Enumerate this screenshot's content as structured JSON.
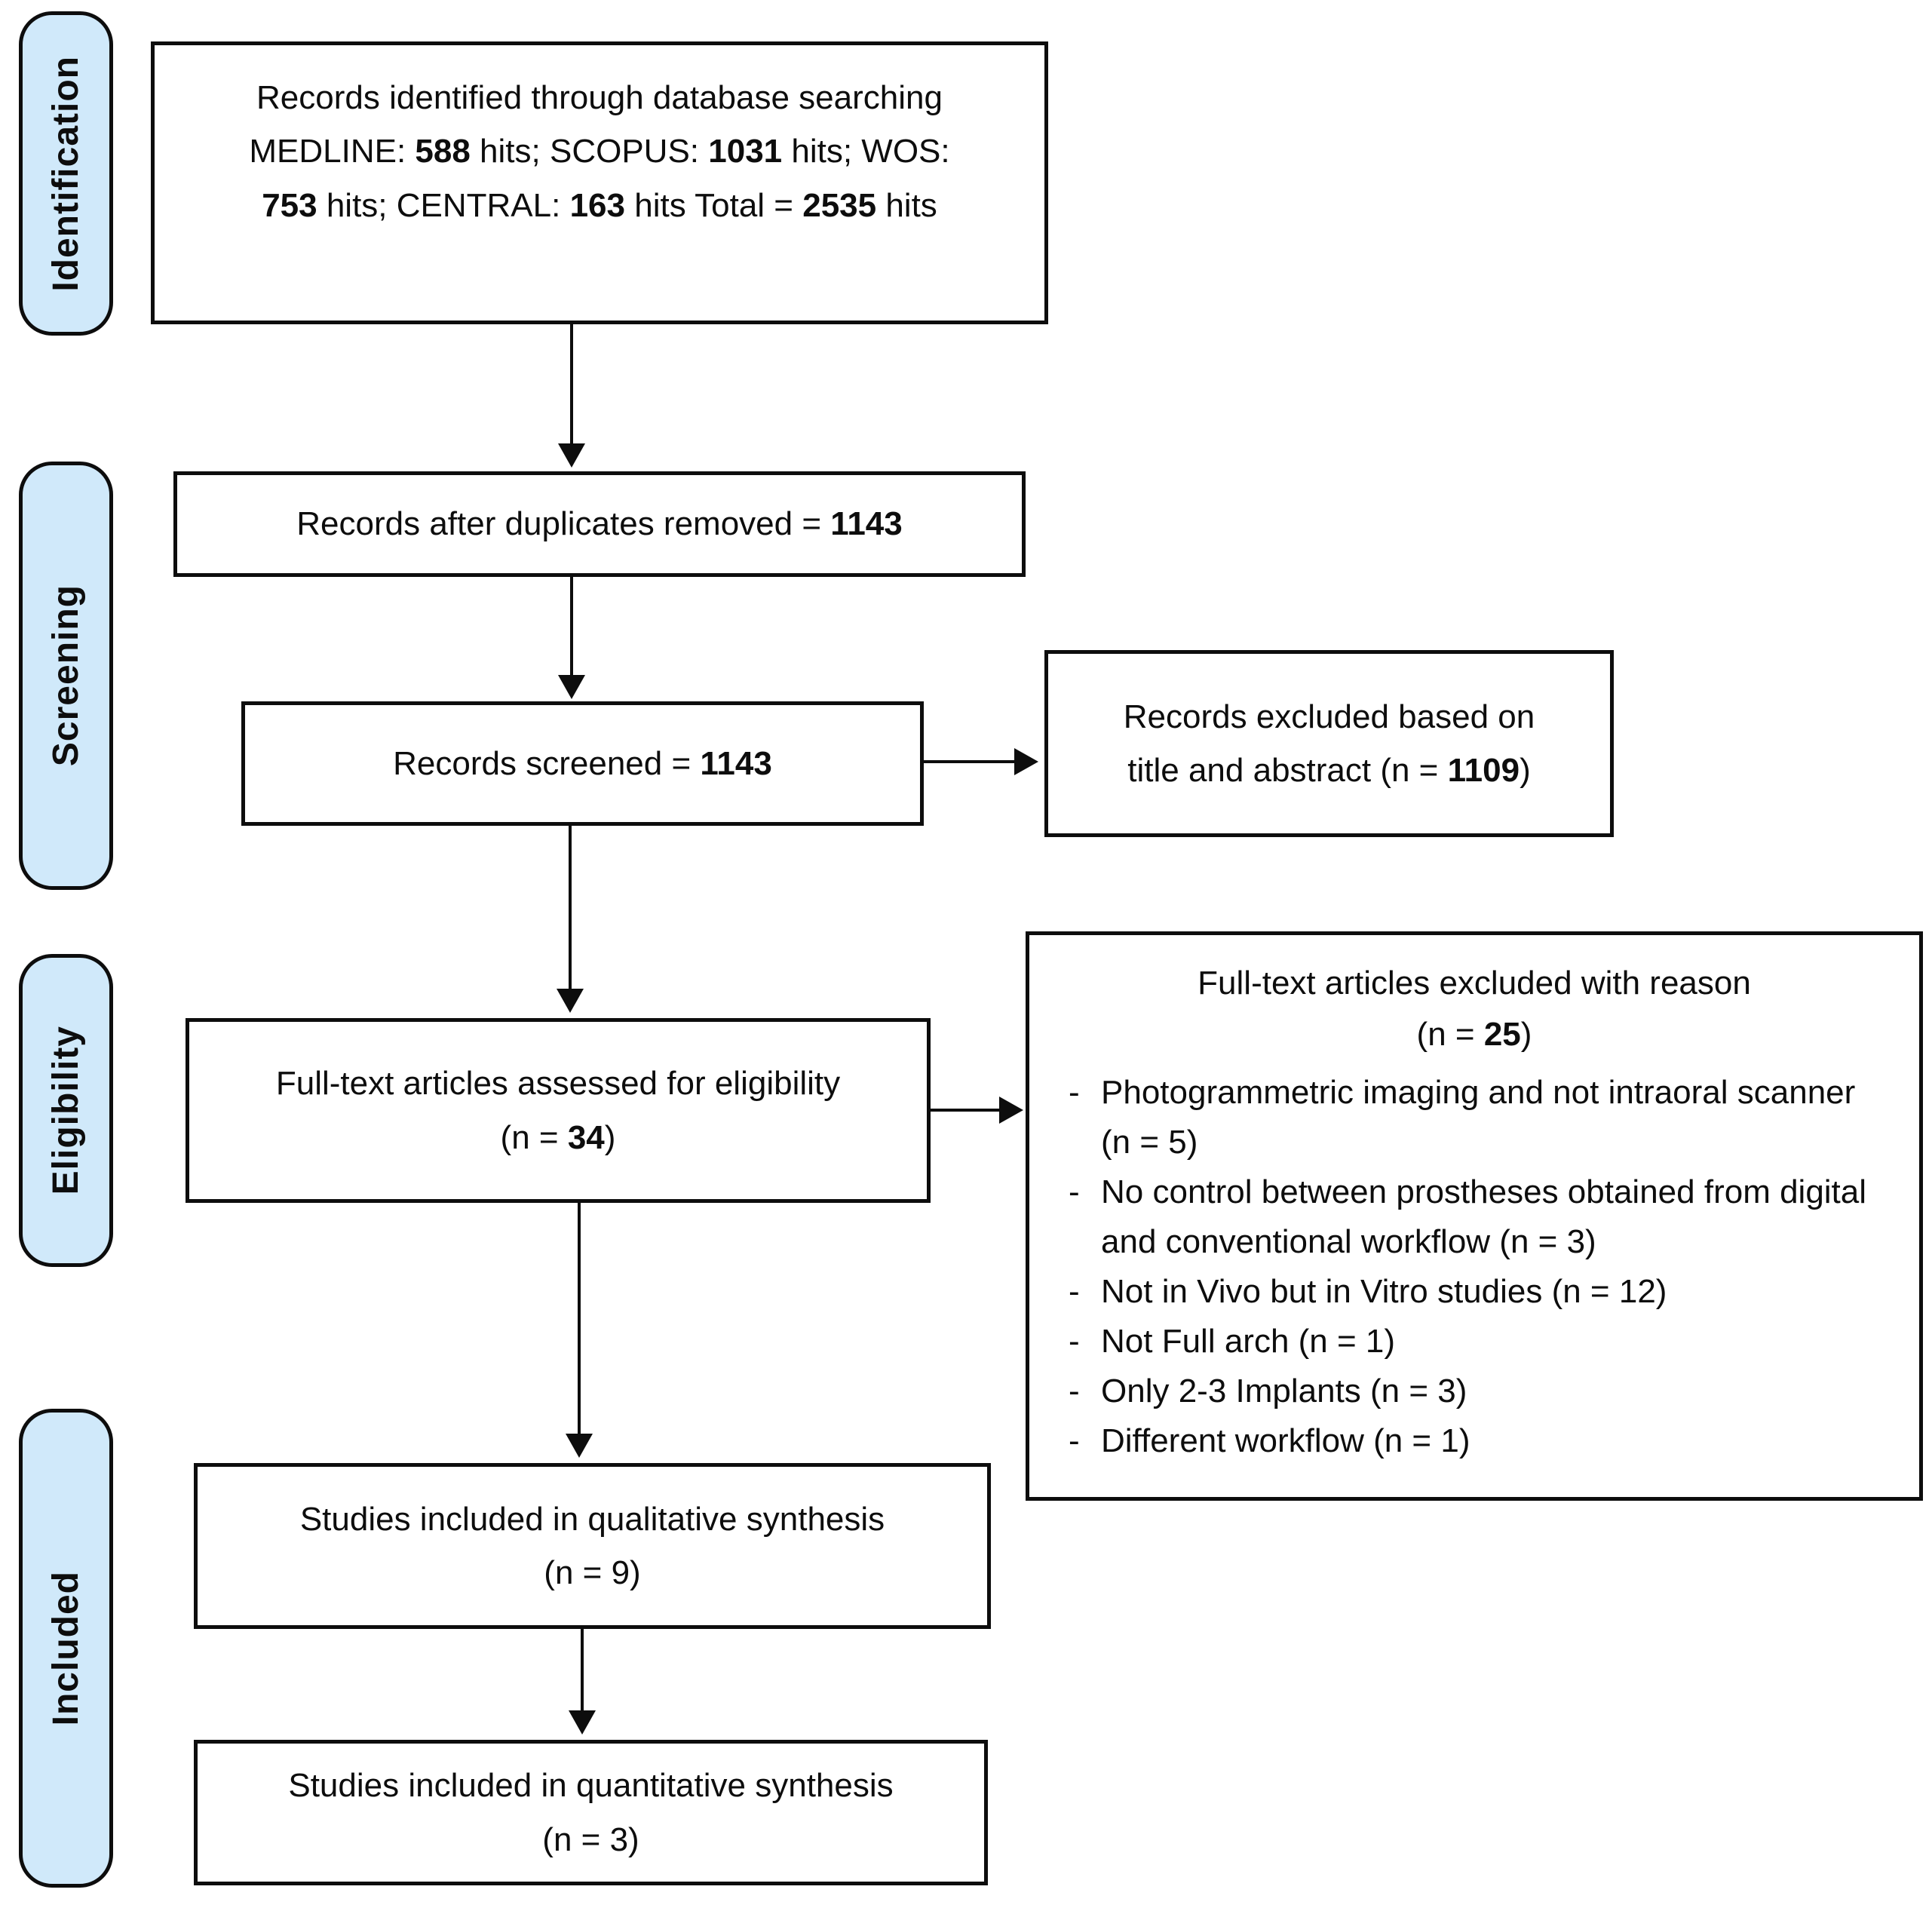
{
  "colors": {
    "stage_fill": "#d0e9fa",
    "line_color": "#0d0d0d"
  },
  "stages": {
    "identification": "Identification",
    "screening": "Screening",
    "eligibility": "Eligibility",
    "included": "Included"
  },
  "boxes": {
    "identified": {
      "line1": "Records identified through database searching",
      "line2": [
        "MEDLINE: ",
        "588",
        " hits; SCOPUS: ",
        "1031",
        " hits; WOS:"
      ],
      "line3": [
        "753",
        " hits; CENTRAL: ",
        "163",
        " hits Total = ",
        "2535",
        " hits"
      ]
    },
    "duplicates": [
      "Records after duplicates removed = ",
      "1143"
    ],
    "screened": [
      "Records screened = ",
      "1143"
    ],
    "excluded_title_abstract": {
      "line1": "Records excluded based on",
      "line2": [
        "title and abstract (n = ",
        "1109",
        ")"
      ]
    },
    "fulltext_assessed": {
      "line1": "Full-text articles assessed for eligibility",
      "line2": [
        "(n = ",
        "34",
        ")"
      ]
    },
    "fulltext_excluded": {
      "title": "Full-text articles excluded with reason",
      "count": [
        "(n = ",
        "25",
        ")"
      ],
      "bullet_marker": "-",
      "reasons": [
        "Photogrammetric imaging and not intraoral scanner (n = 5)",
        "No control between prostheses obtained from digital and conventional workflow (n = 3)",
        "Not in Vivo but in Vitro studies (n = 12)",
        "Not Full arch (n = 1)",
        "Only 2-3 Implants (n = 3)",
        "Different workflow (n = 1)"
      ]
    },
    "qualitative": {
      "line1": "Studies included in qualitative synthesis",
      "line2": "(n = 9)"
    },
    "quantitative": {
      "line1": "Studies included in quantitative synthesis",
      "line2": "(n = 3)"
    }
  }
}
